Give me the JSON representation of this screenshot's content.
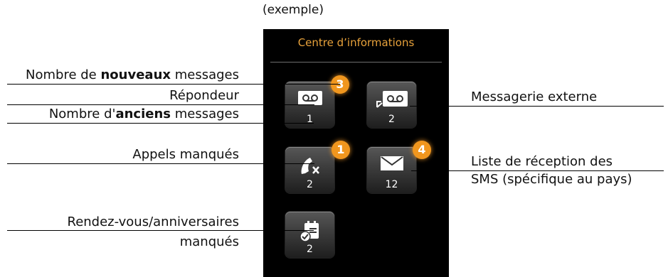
{
  "caption": "(exemple)",
  "screen": {
    "title": "Centre d’informations",
    "title_color": "#e8a23b"
  },
  "badge_color": "#f0961e",
  "tiles": [
    {
      "name": "answering-machine",
      "icon": "voicemail-icon",
      "count": "1",
      "badge": "3"
    },
    {
      "name": "external-voicemail",
      "icon": "external-voicemail-icon",
      "count": "2",
      "badge": ""
    },
    {
      "name": "missed-calls",
      "icon": "missed-call-icon",
      "count": "2",
      "badge": "1"
    },
    {
      "name": "sms-inbox",
      "icon": "envelope-icon",
      "count": "12",
      "badge": "4"
    },
    {
      "name": "missed-appointments",
      "icon": "calendar-icon",
      "count": "2",
      "badge": ""
    }
  ],
  "labels": {
    "new_messages": {
      "pre": "Nombre de ",
      "bold": "nouveaux",
      "post": " messages"
    },
    "answering_machine": "Répondeur",
    "old_messages": {
      "pre": "Nombre d'",
      "bold": "anciens",
      "post": " messages"
    },
    "missed_calls": "Appels manqués",
    "appointments_line1": "Rendez-vous/anniversaires",
    "appointments_line2": "manqués",
    "external_voicemail": "Messagerie externe",
    "sms_line1": "Liste de réception des",
    "sms_line2": "SMS (spécifique au pays)"
  }
}
